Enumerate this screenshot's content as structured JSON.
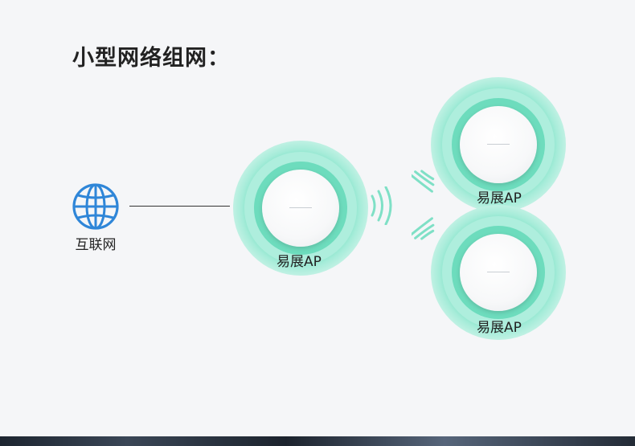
{
  "title": "小型网络组网：",
  "internet": {
    "label": "互联网",
    "icon": "globe-icon"
  },
  "aps": [
    {
      "label": "易展AP",
      "icon": "ceiling-ap-icon"
    },
    {
      "label": "易展AP",
      "icon": "ceiling-ap-icon"
    },
    {
      "label": "易展AP",
      "icon": "ceiling-ap-icon"
    }
  ],
  "colors": {
    "accent": "#5fdab8",
    "globe": "#2f86d8",
    "text": "#222222",
    "background": "#f5f6f8"
  }
}
